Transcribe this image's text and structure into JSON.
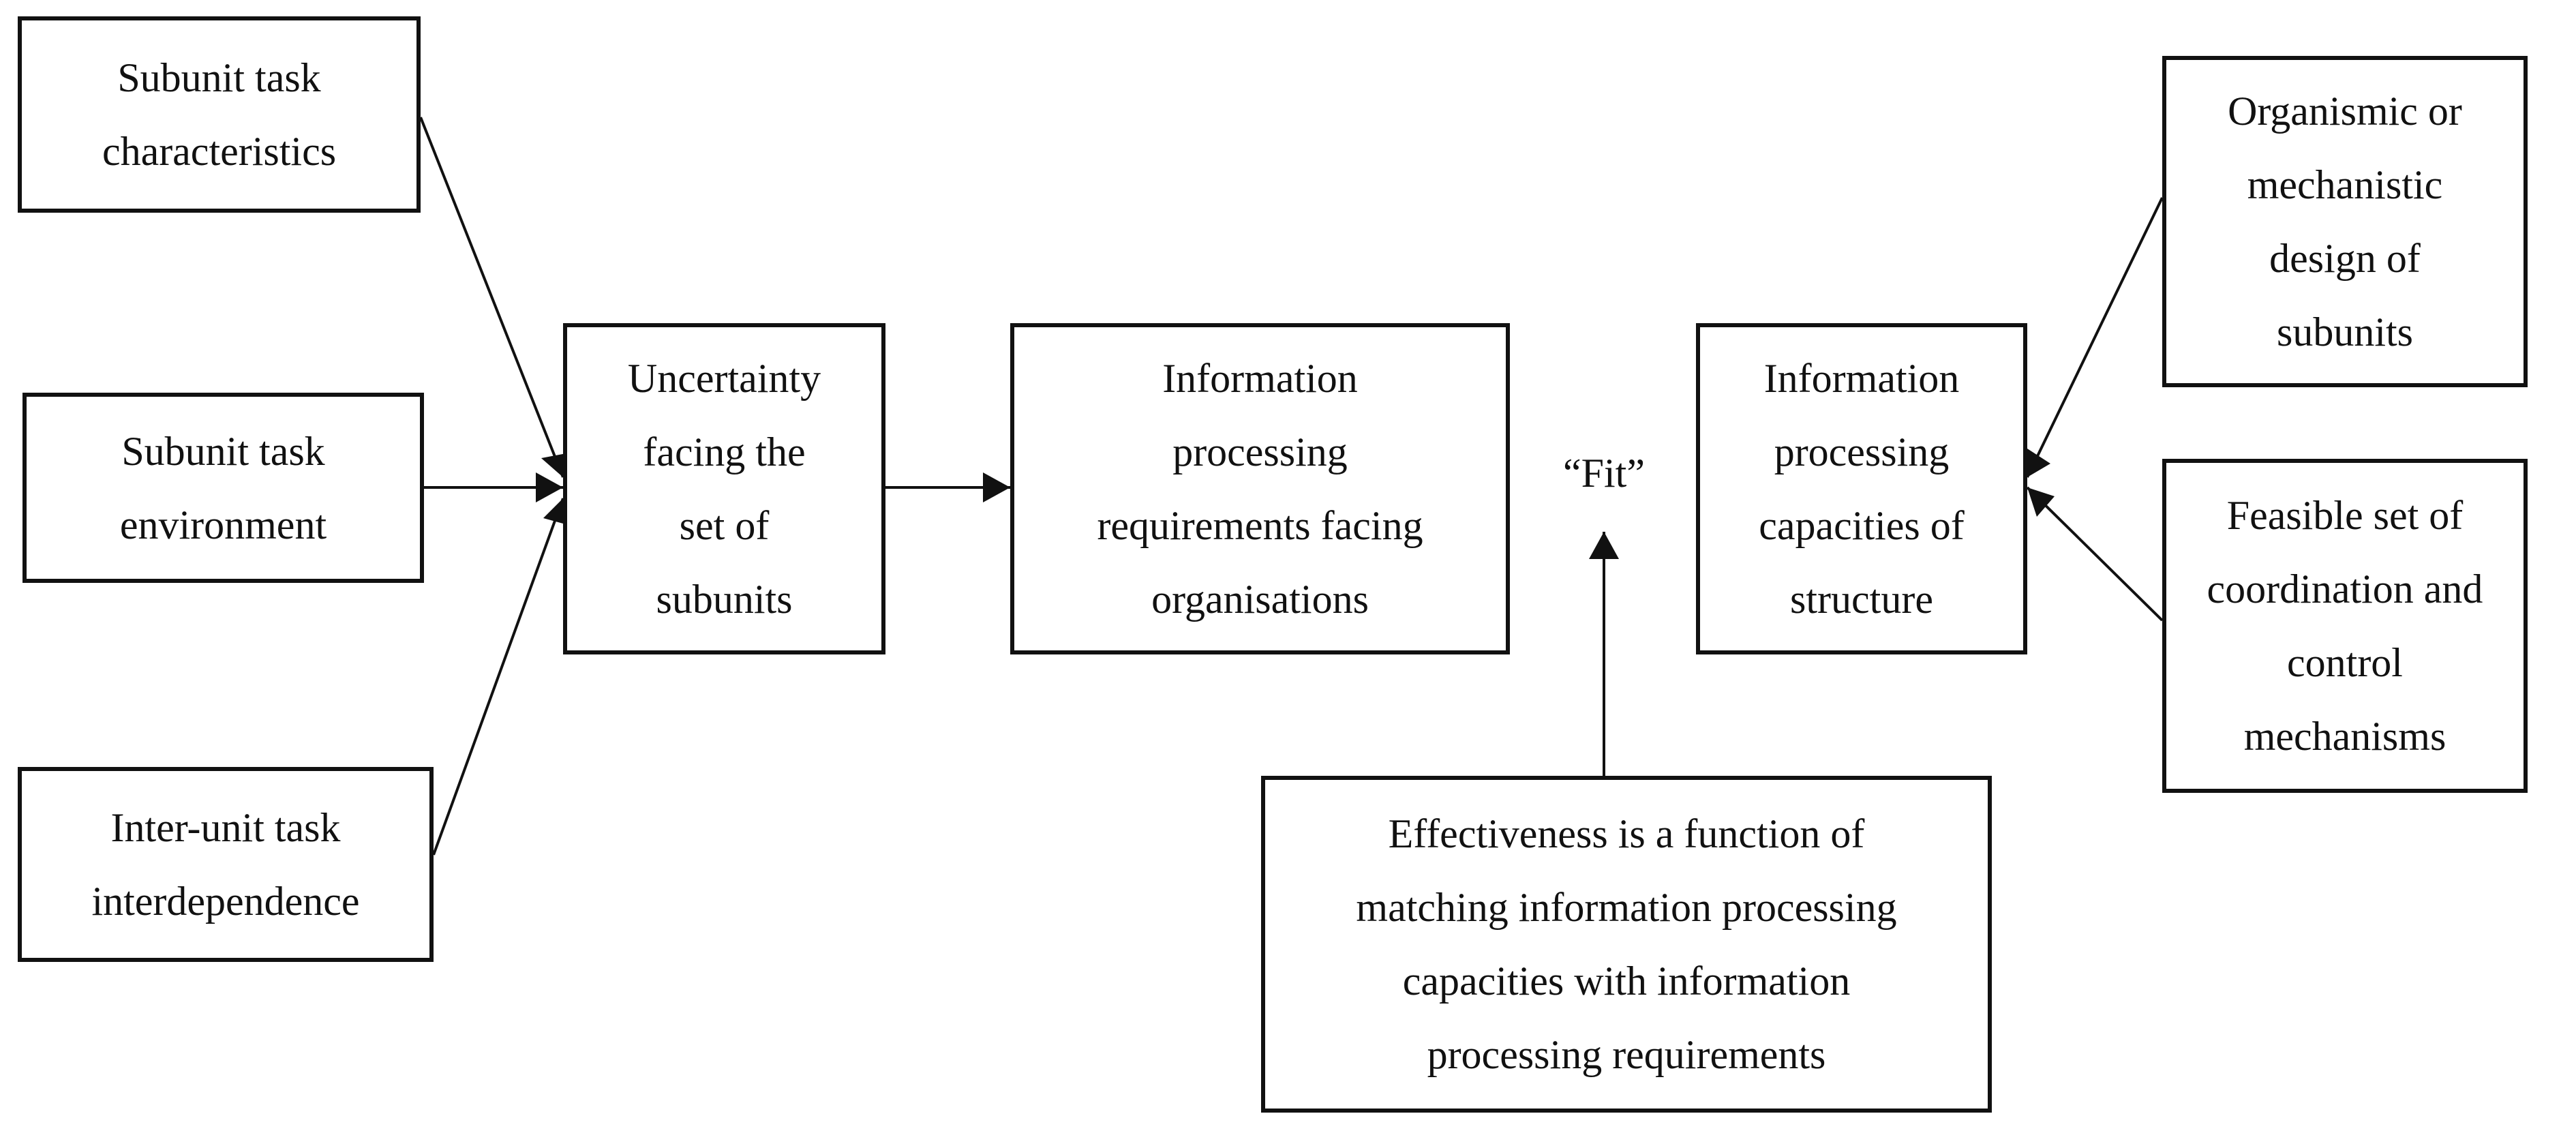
{
  "boxes": {
    "subunit_task_characteristics": [
      "Subunit task",
      "characteristics"
    ],
    "subunit_task_environment": [
      "Subunit task",
      "environment"
    ],
    "inter_unit_task_interdependence": [
      "Inter-unit task",
      "interdependence"
    ],
    "uncertainty": [
      "Uncertainty",
      "facing the",
      "set of",
      "subunits"
    ],
    "information_processing_requirements": [
      "Information",
      "processing",
      "requirements facing",
      "organisations"
    ],
    "information_processing_capacities": [
      "Information",
      "processing",
      "capacities of",
      "structure"
    ],
    "organismic_or_mechanistic": [
      "Organismic or",
      "mechanistic",
      "design of",
      "subunits"
    ],
    "feasible_set": [
      "Feasible set of",
      "coordination and",
      "control",
      "mechanisms"
    ],
    "effectiveness": [
      "Effectiveness is a function of",
      "matching information processing",
      "capacities with information",
      "processing requirements"
    ]
  },
  "fit_label": "“Fit”"
}
